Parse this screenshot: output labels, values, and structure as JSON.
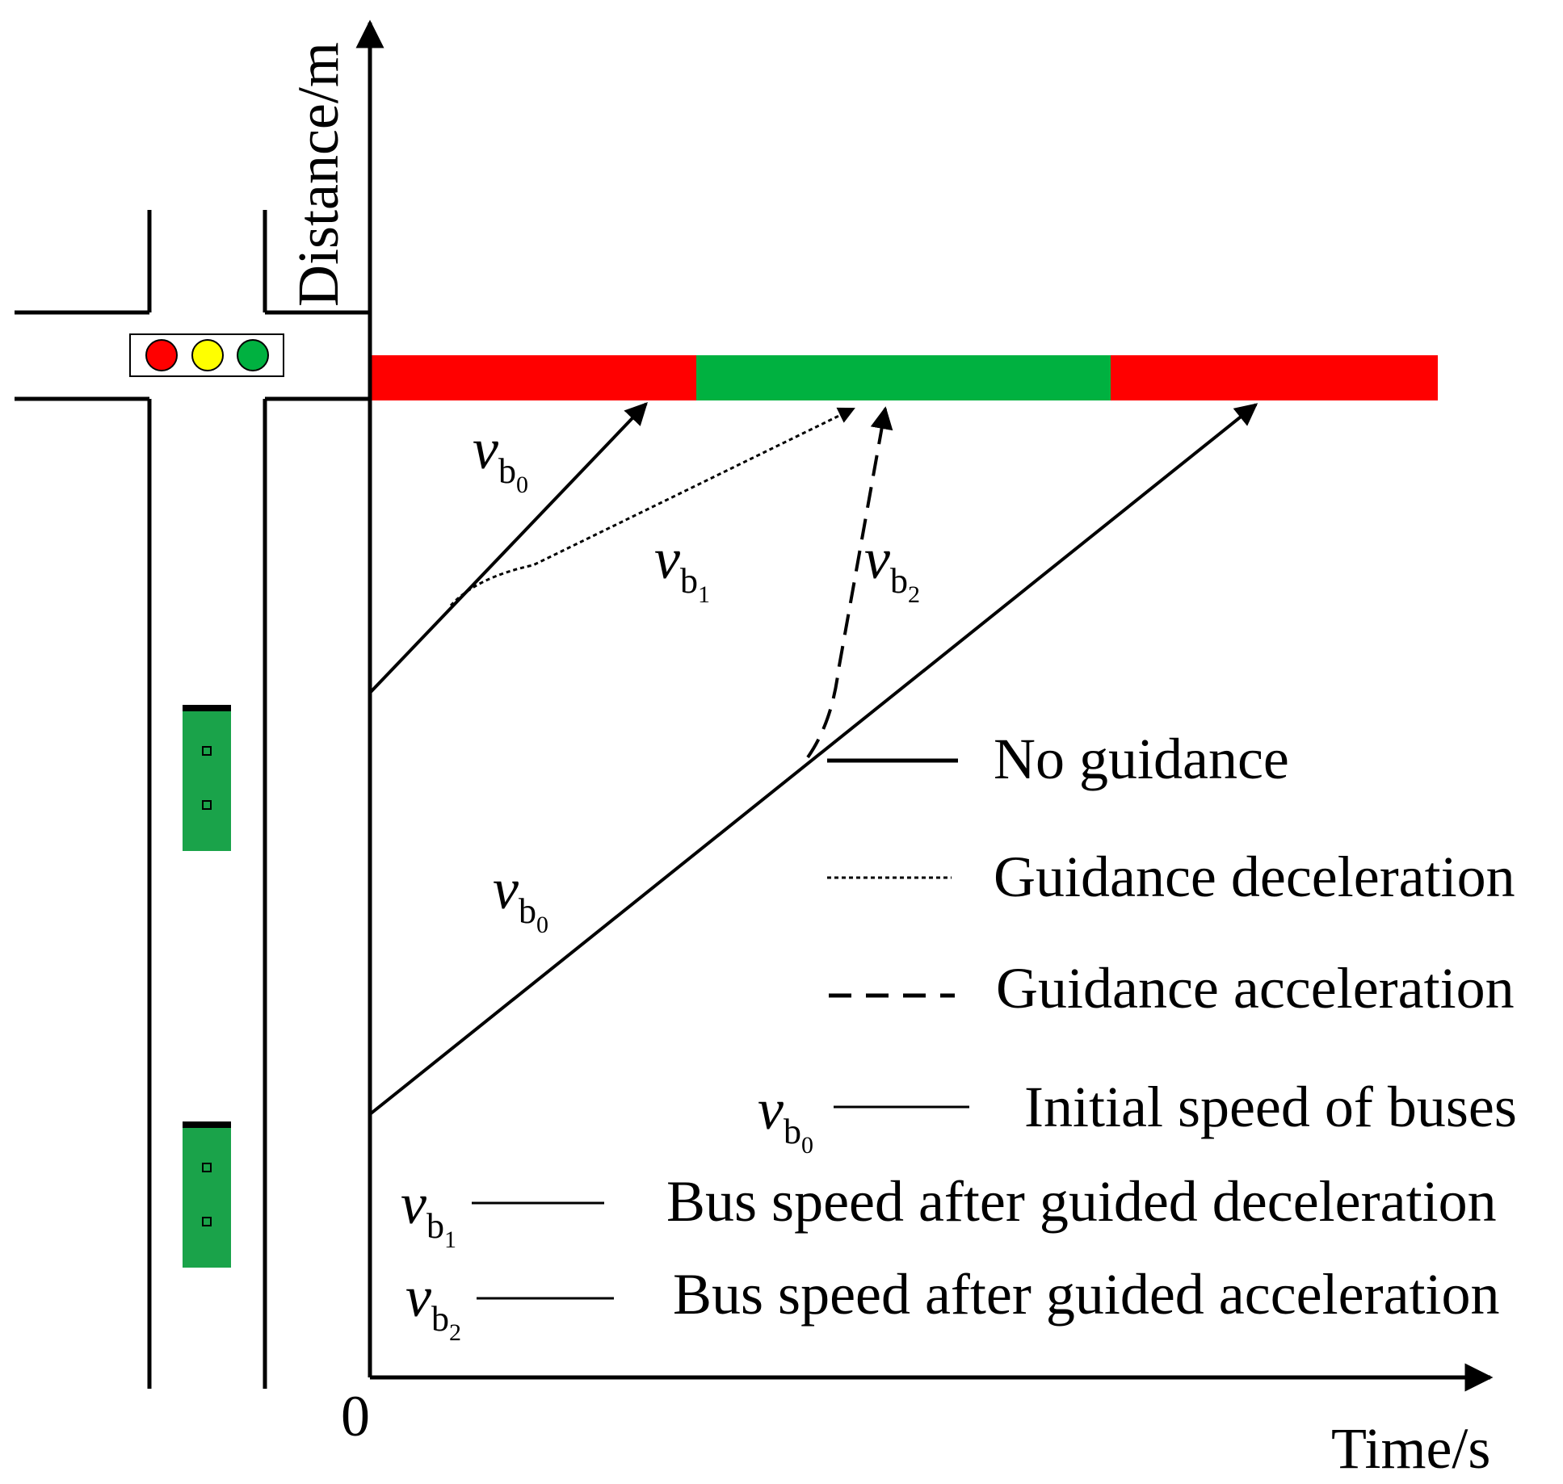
{
  "axes": {
    "y_label": "Distance/m",
    "x_label": "Time/s",
    "origin_label": "0"
  },
  "signal_phases": [
    "red",
    "green",
    "red"
  ],
  "colors": {
    "red": "#ff0000",
    "green": "#00b140",
    "yellow": "#ffff00",
    "bus": "#1aa34a",
    "line": "#000000"
  },
  "trajectory_labels": {
    "v": "v",
    "b": "b",
    "sub0": "0",
    "sub1": "1",
    "sub2": "2"
  },
  "legend": {
    "no_guidance": "No  guidance",
    "guidance_deceleration": "Guidance deceleration",
    "guidance_acceleration": "Guidance acceleration",
    "initial_speed": "Initial speed of buses",
    "speed_after_deceleration": "Bus speed after guided deceleration",
    "speed_after_acceleration": "Bus speed after guided acceleration"
  },
  "icons": [
    "traffic-light-icon",
    "bus-icon"
  ]
}
